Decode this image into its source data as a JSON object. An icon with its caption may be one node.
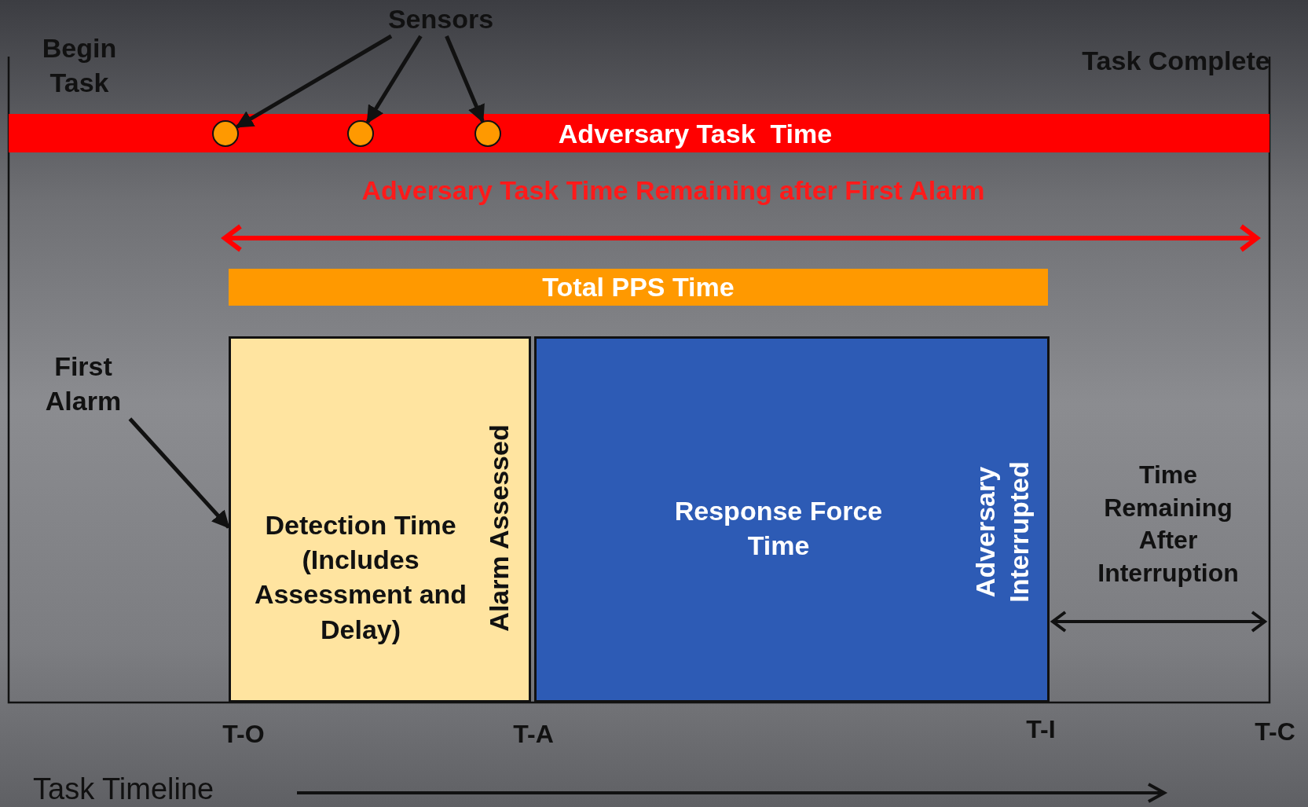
{
  "diagram": {
    "nodes": [
      {
        "text": [
          "Sensors"
        ]
      },
      {
        "text": [
          "Adversary Task  Time"
        ]
      },
      {
        "text": [],
        "shape": "circle",
        "in": 1
      },
      {
        "text": [],
        "shape": "circle",
        "in": 1
      },
      {
        "text": [],
        "shape": "circle",
        "in": 1
      },
      {
        "text": [
          "Total PPS Time"
        ]
      },
      {
        "text": [
          "First Alarm"
        ]
      },
      {
        "text": [
          "Detection Time (Includes Assessment and Delay)",
          "Alarm Assessed"
        ]
      },
      {
        "text": [
          "Response Force Time",
          "Adversary Interrupted"
        ]
      }
    ],
    "edges": [
      {
        "from": 0,
        "to": 2,
        "arrow": "to"
      },
      {
        "from": 0,
        "to": 3,
        "arrow": "to"
      },
      {
        "from": 0,
        "to": 4,
        "arrow": "to"
      },
      {
        "from": 6,
        "to": 7,
        "arrow": "to"
      }
    ],
    "labels": [
      "Begin Task",
      "Task Complete",
      "Adversary Task Time Remaining after First Alarm",
      "Time Remaining After Interruption",
      "T-O",
      "T-A",
      "T-I",
      "T-C",
      "Task Timeline"
    ]
  }
}
